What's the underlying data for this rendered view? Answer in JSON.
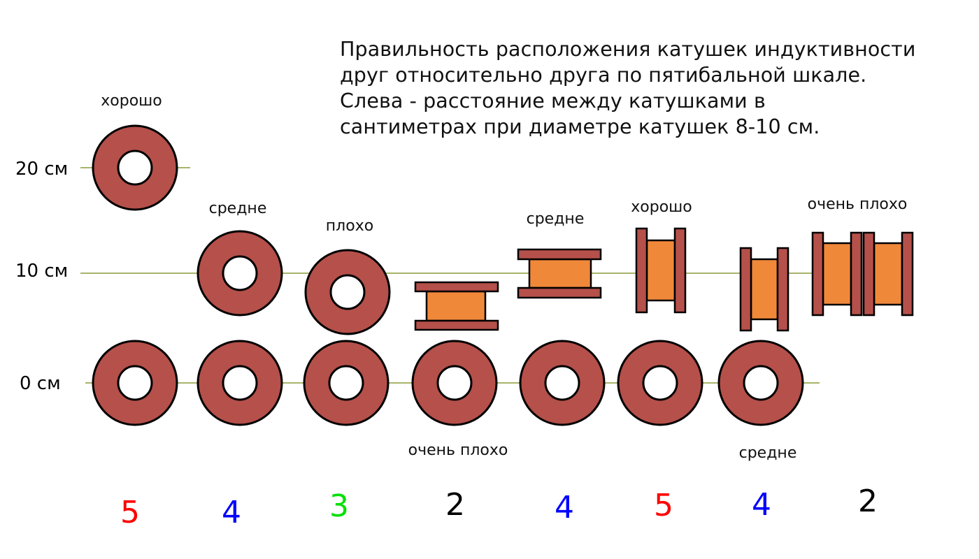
{
  "title_lines": [
    "Правильность расположения катушек индуктивности",
    "друг относительно друга по пятибальной шкале.",
    "Слева - расстояние между катушками в",
    "сантиметрах при диаметре катушек 8-10 см."
  ],
  "axis_labels": {
    "level_20": "20 см",
    "level_10": "10 см",
    "level_0": "0 см"
  },
  "quality_labels": {
    "col1_top": "хорошо",
    "col2_top": "средне",
    "col3_top": "плохо",
    "col4_bottom": "очень плохо",
    "col5_top": "средне",
    "col6_top": "хорошо",
    "col7_bottom": "средне",
    "col8_top": "очень плохо"
  },
  "scores": [
    "5",
    "4",
    "3",
    "2",
    "4",
    "5",
    "4",
    "2"
  ],
  "colors": {
    "score_5": "#ff0000",
    "score_4": "#0000ff",
    "score_3": "#00e000",
    "score_2": "#000000",
    "coil_body": "#b5504a",
    "coil_core": "#f0883a",
    "guide_line": "#a8b46a"
  }
}
